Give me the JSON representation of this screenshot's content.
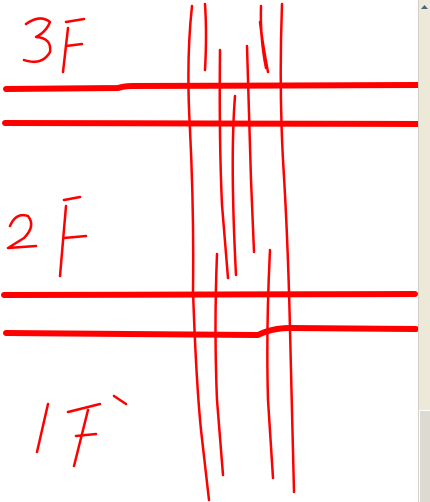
{
  "drawing": {
    "stroke_color": "#ff0000",
    "floor_labels": {
      "third": "3F",
      "second": "2F",
      "first": "1F"
    }
  },
  "scrollbar": {
    "up_icon": "triangle-up-icon"
  }
}
